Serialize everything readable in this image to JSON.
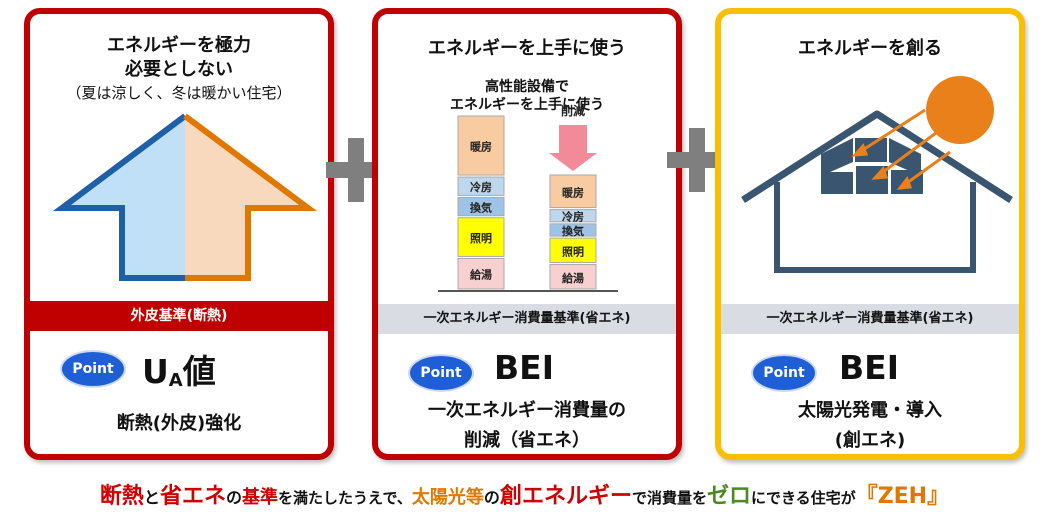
{
  "card1": {
    "title_line1": "エネルギーを極力",
    "title_line2": "必要としない",
    "subtitle": "（夏は涼しく、冬は暖かい住宅）",
    "band": "外皮基準(断熱)",
    "point": "Point",
    "metric_main": "U",
    "metric_sub": "A",
    "metric_suffix": "値",
    "desc": "断熱(外皮)強化"
  },
  "card2": {
    "title": "エネルギーを上手に使う",
    "chart_caption_line1": "高性能設備で",
    "chart_caption_line2": "エネルギーを上手に使う",
    "reduce_label": "削減",
    "band": "一次エネルギー消費量基準(省エネ)",
    "point": "Point",
    "metric": "BEI",
    "desc_line1": "一次エネルギー消費量の",
    "desc_line2": "削減（省エネ）"
  },
  "card3": {
    "title": "エネルギーを創る",
    "band": "一次エネルギー消費量基準(省エネ)",
    "point": "Point",
    "metric": "BEI",
    "desc_line1": "太陽光発電・導入",
    "desc_line2": "(創エネ)"
  },
  "chart_data": {
    "type": "bar",
    "categories": [
      "",
      ""
    ],
    "series": [
      {
        "name": "暖房",
        "values": [
          3.0,
          1.7
        ]
      },
      {
        "name": "冷房",
        "values": [
          1.0,
          0.7
        ]
      },
      {
        "name": "換気",
        "values": [
          1.0,
          0.7
        ]
      },
      {
        "name": "照明",
        "values": [
          2.0,
          1.3
        ]
      },
      {
        "name": "給湯",
        "values": [
          1.6,
          1.3
        ]
      }
    ],
    "colors": {
      "暖房": "#f8cba0",
      "冷房": "#bdd7ee",
      "換気": "#9dc3e6",
      "照明": "#ffff00",
      "給湯": "#f8d0d0"
    },
    "title": "",
    "xlabel": "",
    "ylabel": "",
    "ylim": [
      0,
      8.6
    ]
  },
  "footer": {
    "p1": "断熱",
    "p2": "と",
    "p3": "省エネ",
    "p4": "の",
    "p5": "基準",
    "p6": "を満たしたうえで、",
    "p7": "太陽光等",
    "p8": "の",
    "p9": "創エネルギー",
    "p10": "で消費量を",
    "p11": "ゼロ",
    "p12": "にできる住宅が",
    "p13": "『ZEH』"
  },
  "colors": {
    "red": "#c00000",
    "gold": "#f8c000",
    "blue": "#1f5fd6",
    "house_blue": "#1f5fa8",
    "house_orange": "#e07800",
    "sun": "#e9801a",
    "plus_grey": "#7f7f7f"
  }
}
